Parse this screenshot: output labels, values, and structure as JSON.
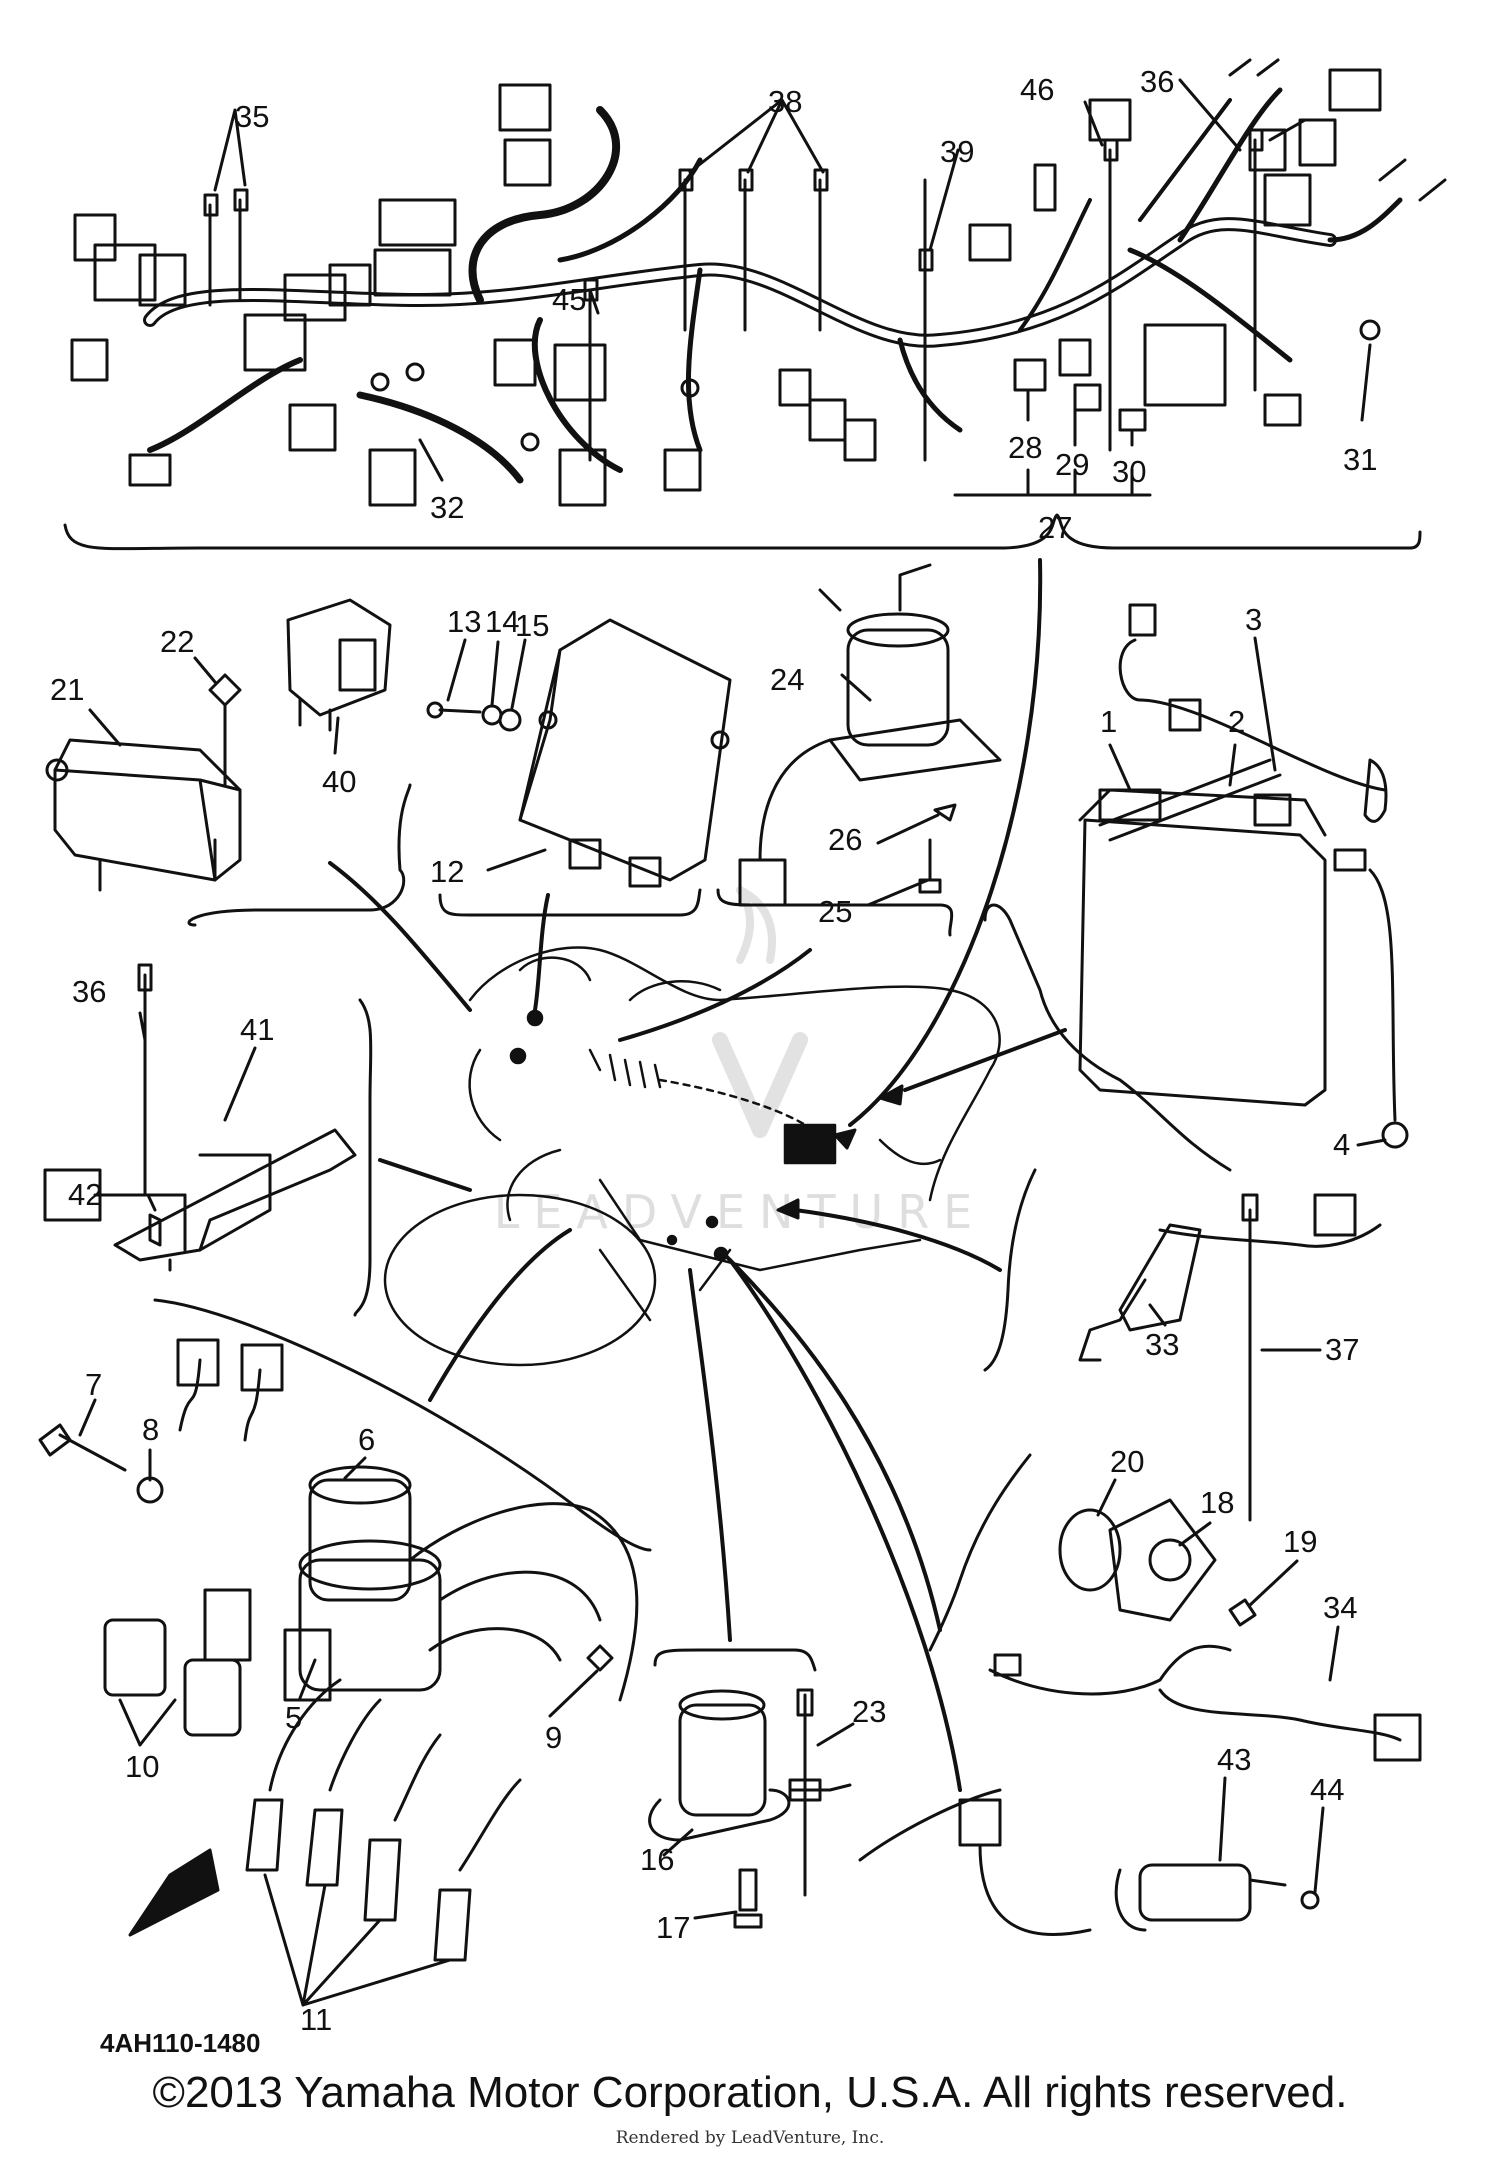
{
  "callouts": [
    {
      "id": "c35",
      "label": "35"
    },
    {
      "id": "c38",
      "label": "38"
    },
    {
      "id": "c46",
      "label": "46"
    },
    {
      "id": "c36a",
      "label": "36"
    },
    {
      "id": "c39",
      "label": "39"
    },
    {
      "id": "c45",
      "label": "45"
    },
    {
      "id": "c32",
      "label": "32"
    },
    {
      "id": "c28",
      "label": "28"
    },
    {
      "id": "c29",
      "label": "29"
    },
    {
      "id": "c30",
      "label": "30"
    },
    {
      "id": "c31",
      "label": "31"
    },
    {
      "id": "c27",
      "label": "27"
    },
    {
      "id": "c13",
      "label": "13"
    },
    {
      "id": "c14",
      "label": "14"
    },
    {
      "id": "c15",
      "label": "15"
    },
    {
      "id": "c22",
      "label": "22"
    },
    {
      "id": "c21",
      "label": "21"
    },
    {
      "id": "c40",
      "label": "40"
    },
    {
      "id": "c12",
      "label": "12"
    },
    {
      "id": "c24",
      "label": "24"
    },
    {
      "id": "c26",
      "label": "26"
    },
    {
      "id": "c25",
      "label": "25"
    },
    {
      "id": "c3",
      "label": "3"
    },
    {
      "id": "c1",
      "label": "1"
    },
    {
      "id": "c2",
      "label": "2"
    },
    {
      "id": "c4",
      "label": "4"
    },
    {
      "id": "c36b",
      "label": "36"
    },
    {
      "id": "c41",
      "label": "41"
    },
    {
      "id": "c42",
      "label": "42"
    },
    {
      "id": "c33",
      "label": "33"
    },
    {
      "id": "c37",
      "label": "37"
    },
    {
      "id": "c7",
      "label": "7"
    },
    {
      "id": "c8",
      "label": "8"
    },
    {
      "id": "c6",
      "label": "6"
    },
    {
      "id": "c20",
      "label": "20"
    },
    {
      "id": "c18",
      "label": "18"
    },
    {
      "id": "c19",
      "label": "19"
    },
    {
      "id": "c34",
      "label": "34"
    },
    {
      "id": "c23",
      "label": "23"
    },
    {
      "id": "c10",
      "label": "10"
    },
    {
      "id": "c5",
      "label": "5"
    },
    {
      "id": "c9",
      "label": "9"
    },
    {
      "id": "c16",
      "label": "16"
    },
    {
      "id": "c17",
      "label": "17"
    },
    {
      "id": "c43",
      "label": "43"
    },
    {
      "id": "c44",
      "label": "44"
    },
    {
      "id": "c11",
      "label": "11"
    }
  ],
  "part_number": "4AH110-1480",
  "fwd_badge": "FWD",
  "watermark": "LEADVENTURE",
  "copyright": "©2013 Yamaha Motor Corporation, U.S.A. All rights reserved.",
  "rendered_by": "Rendered by LeadVenture, Inc."
}
